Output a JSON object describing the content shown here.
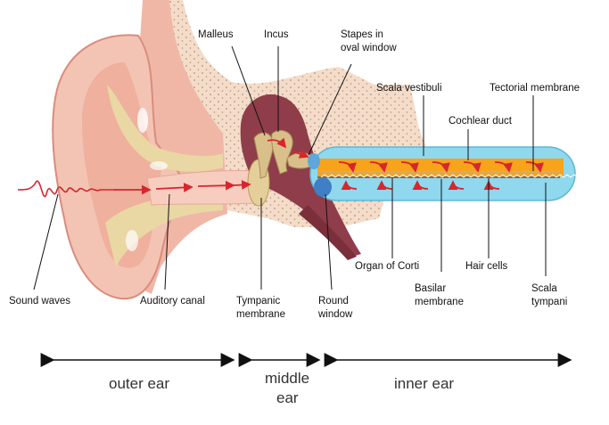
{
  "labels": {
    "malleus": "Malleus",
    "incus": "Incus",
    "stapes_line1": "Stapes in",
    "stapes_line2": "oval window",
    "scala_vestibuli": "Scala vestibuli",
    "tectorial_membrane": "Tectorial membrane",
    "cochlear_duct": "Cochlear duct",
    "sound_waves": "Sound waves",
    "auditory_canal": "Auditory canal",
    "tympanic_line1": "Tympanic",
    "tympanic_line2": "membrane",
    "round_line1": "Round",
    "round_line2": "window",
    "organ_of_corti": "Organ of Corti",
    "basilar_line1": "Basilar",
    "basilar_line2": "membrane",
    "hair_cells": "Hair cells",
    "scala_tympani_line1": "Scala",
    "scala_tympani_line2": "tympani"
  },
  "regions": {
    "outer": "outer ear",
    "middle_line1": "middle",
    "middle_line2": "ear",
    "inner": "inner ear"
  },
  "colors": {
    "skin": "#f3c4b4",
    "skin_dark": "#d98c7e",
    "cartilage": "#e9d7a4",
    "bone": "#f5dcc8",
    "bone_dots": "#a89684",
    "middle_ear": "#8f3d4a",
    "ossicle": "#d9c08a",
    "cochlea_outer": "#8fd8ee",
    "cochlea_duct": "#f7a31c",
    "round_window": "#3f7fc6",
    "arrow": "#d6262e",
    "line": "#111111"
  }
}
